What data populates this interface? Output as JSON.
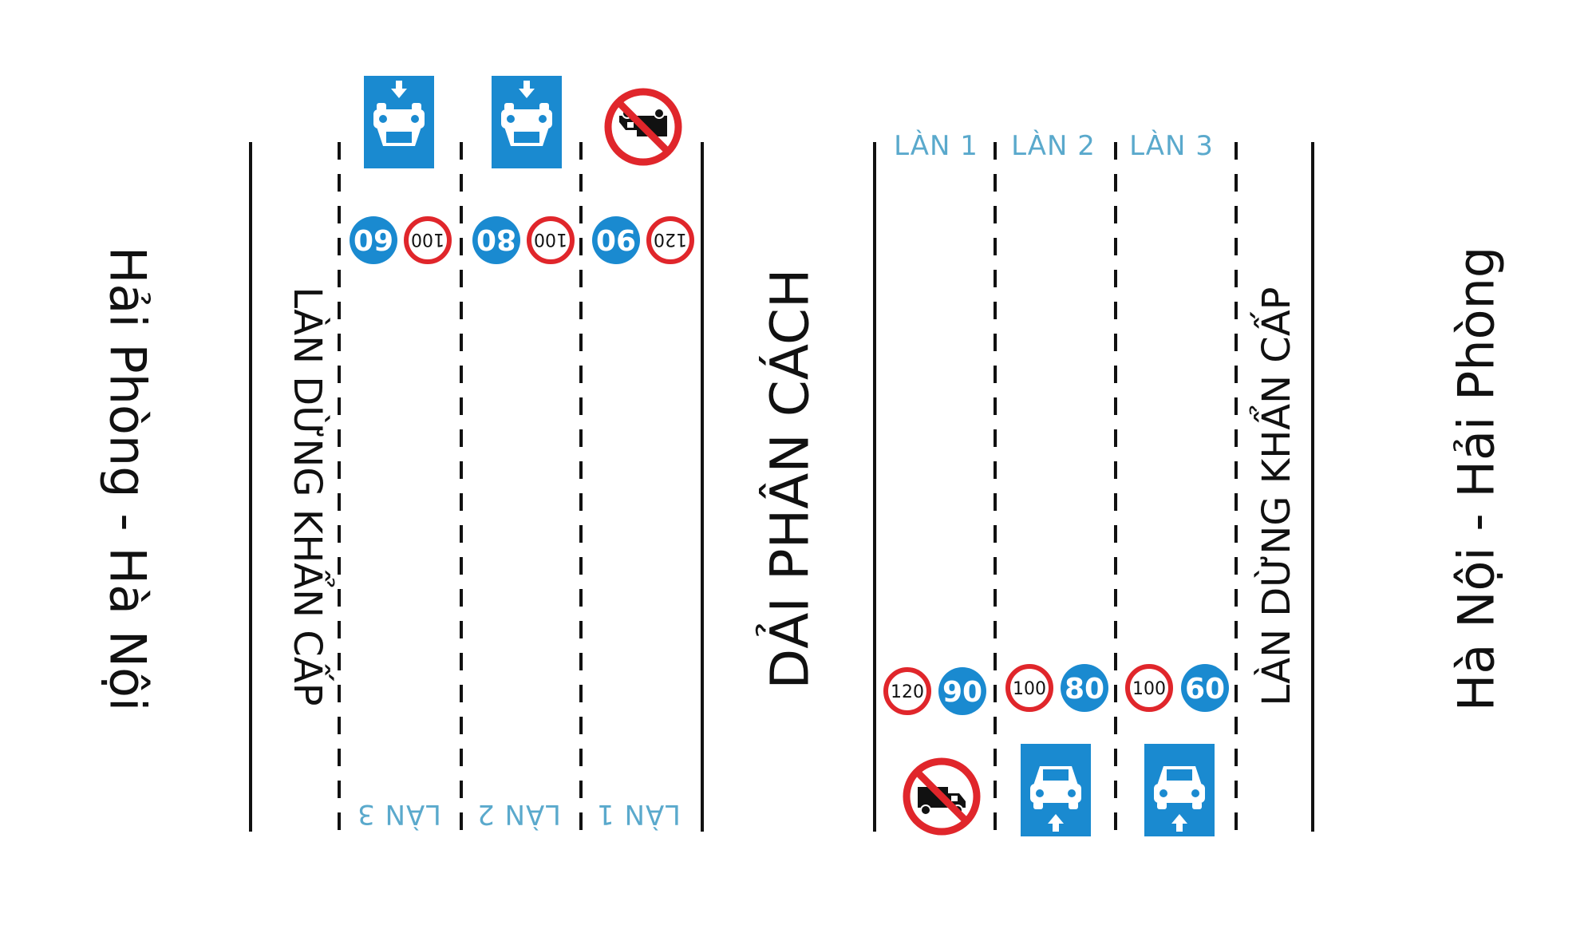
{
  "directions": {
    "left": "Hải Phòng - Hà Nội",
    "right": "Hà Nội - Hải Phòng"
  },
  "emergency_lane_label": "LÀN DỪNG KHẨN CẤP",
  "median_label": "DẢI PHÂN CÁCH",
  "left_carriageway": {
    "lanes": [
      {
        "label": "LÀN 3",
        "min_speed": "60",
        "max_speed": "100",
        "sign": "car-lane-sign"
      },
      {
        "label": "LÀN 2",
        "min_speed": "80",
        "max_speed": "100",
        "sign": "car-lane-sign"
      },
      {
        "label": "LÀN 1",
        "min_speed": "90",
        "max_speed": "120",
        "sign": "no-truck-sign"
      }
    ]
  },
  "right_carriageway": {
    "lanes": [
      {
        "label": "LÀN 1",
        "min_speed": "90",
        "max_speed": "120",
        "sign": "no-truck-sign"
      },
      {
        "label": "LÀN 2",
        "min_speed": "80",
        "max_speed": "100",
        "sign": "car-lane-sign"
      },
      {
        "label": "LÀN 3",
        "min_speed": "60",
        "max_speed": "100",
        "sign": "car-lane-sign"
      }
    ]
  },
  "colors": {
    "sign_blue": "#1a8ad0",
    "sign_red": "#e0262b",
    "lane_label": "#5aa9cc",
    "line": "#111111"
  }
}
